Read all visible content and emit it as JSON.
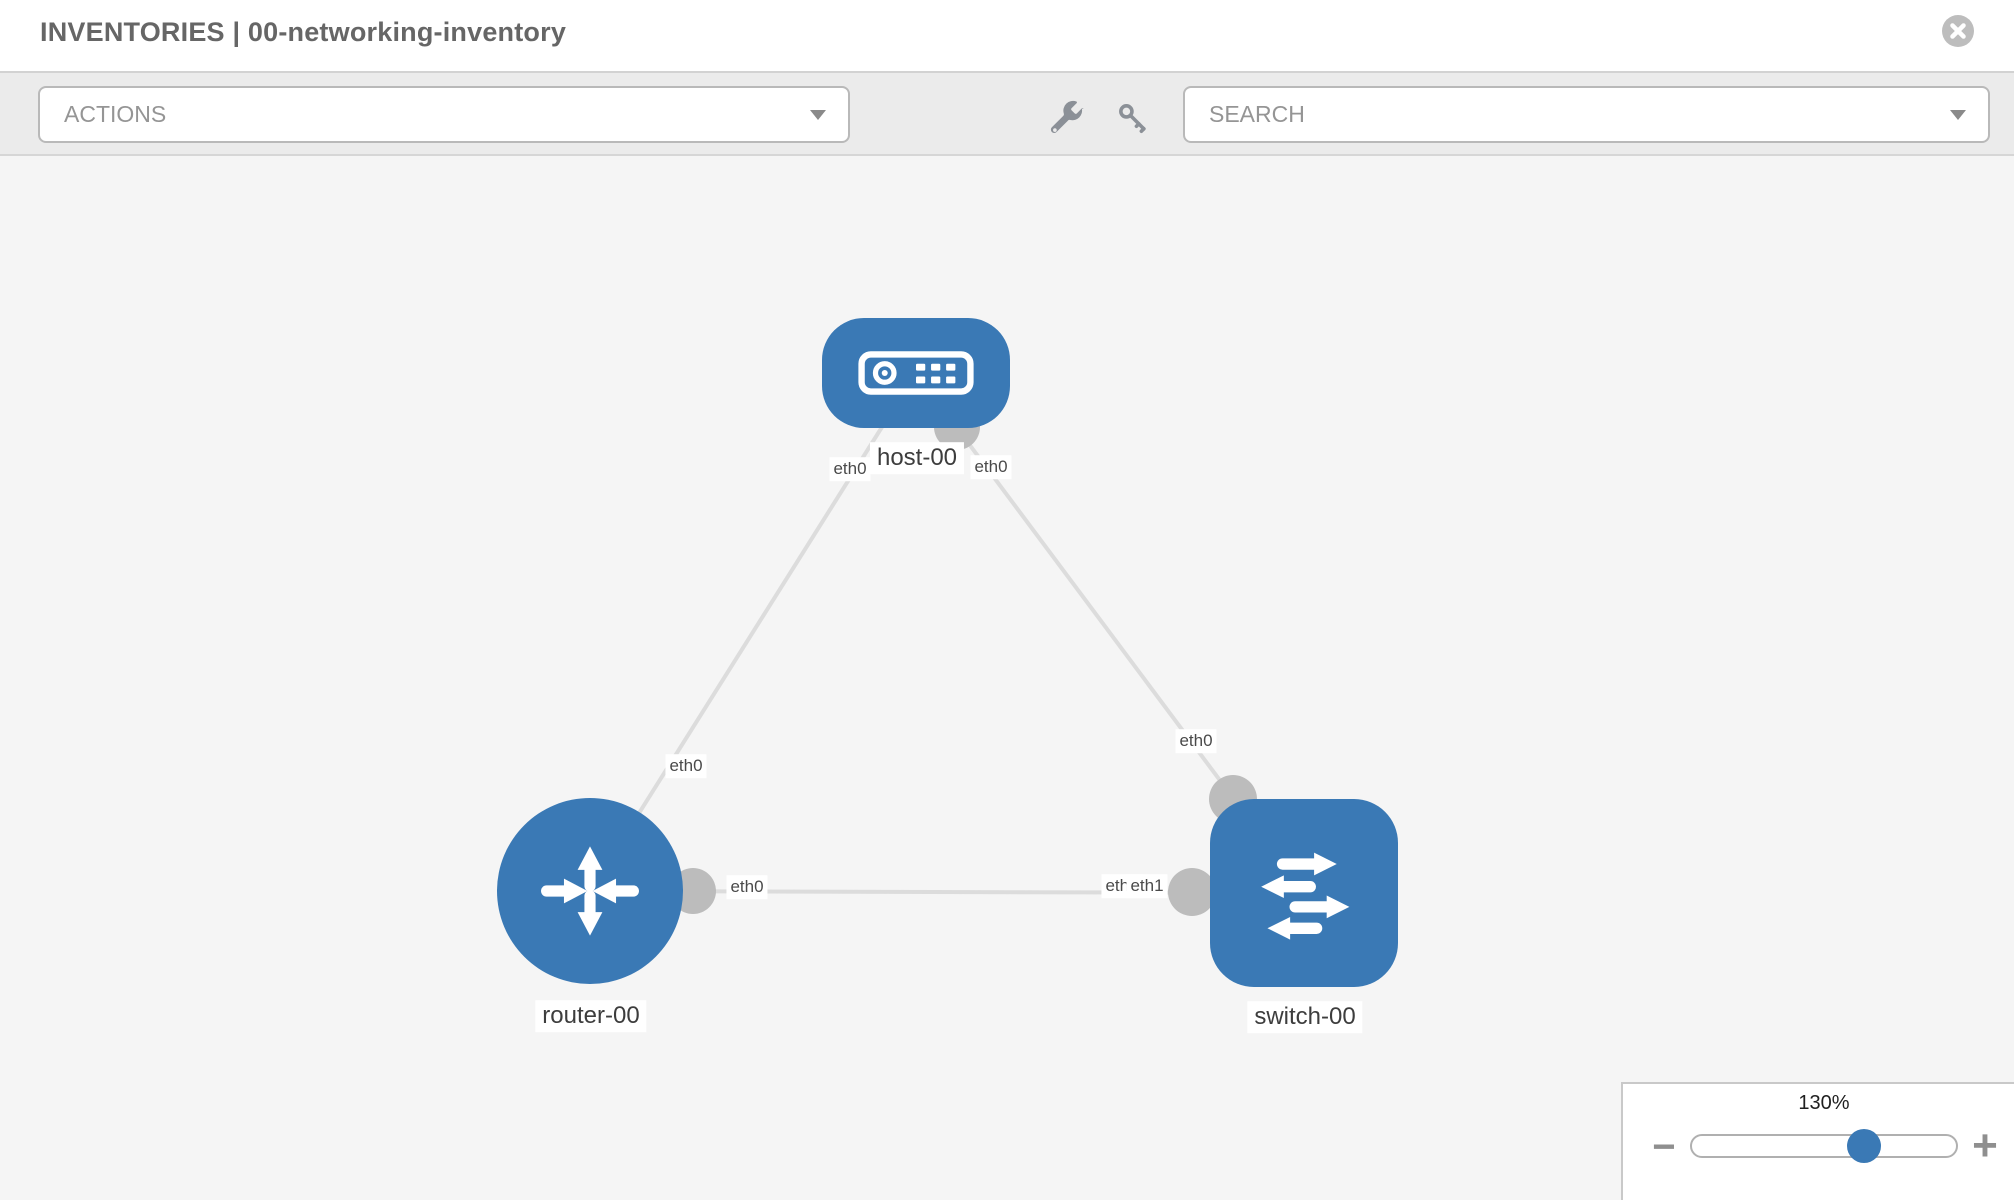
{
  "header": {
    "title": "INVENTORIES | 00-networking-inventory"
  },
  "toolbar": {
    "actions_label": "ACTIONS",
    "search_label": "SEARCH"
  },
  "diagram": {
    "nodes": [
      {
        "label": "host-00",
        "type": "host"
      },
      {
        "label": "router-00",
        "type": "router"
      },
      {
        "label": "switch-00",
        "type": "switch"
      }
    ],
    "links": [
      {
        "from": "host-00",
        "to": "router-00",
        "from_iface": "eth0",
        "to_iface": "eth0"
      },
      {
        "from": "host-00",
        "to": "switch-00",
        "from_iface": "eth0",
        "to_iface": "eth0"
      },
      {
        "from": "router-00",
        "to": "switch-00",
        "from_iface": "eth0",
        "to_iface": "eth1"
      }
    ],
    "iface_labels": [
      {
        "text": "eth0"
      },
      {
        "text": "eth0"
      },
      {
        "text": "eth0"
      },
      {
        "text": "eth0"
      },
      {
        "text": "eth0"
      },
      {
        "text": "eth0"
      },
      {
        "text": "eth1"
      }
    ]
  },
  "zoom_control": {
    "level": "130%",
    "minus": "−",
    "plus": "+"
  },
  "colors": {
    "node_blue": "#3a79b5",
    "link_gray": "#dcdcdc",
    "port_gray": "#bcbcbc",
    "canvas_bg": "#f5f5f5"
  }
}
